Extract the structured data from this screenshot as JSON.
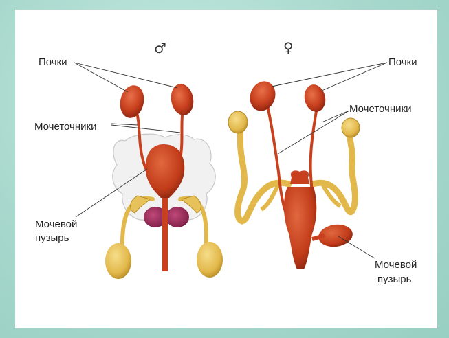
{
  "symbols": {
    "male": "♂",
    "female": "♀"
  },
  "labels": {
    "left_kidneys": "Почки",
    "left_ureters": "Мочеточники",
    "left_bladder_line1": "Мочевой",
    "left_bladder_line2": "пузырь",
    "right_kidneys": "Почки",
    "right_ureters": "Мочеточники",
    "right_bladder_line1": "Мочевой",
    "right_bladder_line2": "пузырь"
  },
  "colors": {
    "organ_red": "#c8401e",
    "organ_red_dark": "#9c2a10",
    "gland_yellow": "#e7c25a",
    "gland_yellow_dark": "#b8902a",
    "prostate_purple": "#a02a5a",
    "fat_white": "#f1f1f1"
  }
}
